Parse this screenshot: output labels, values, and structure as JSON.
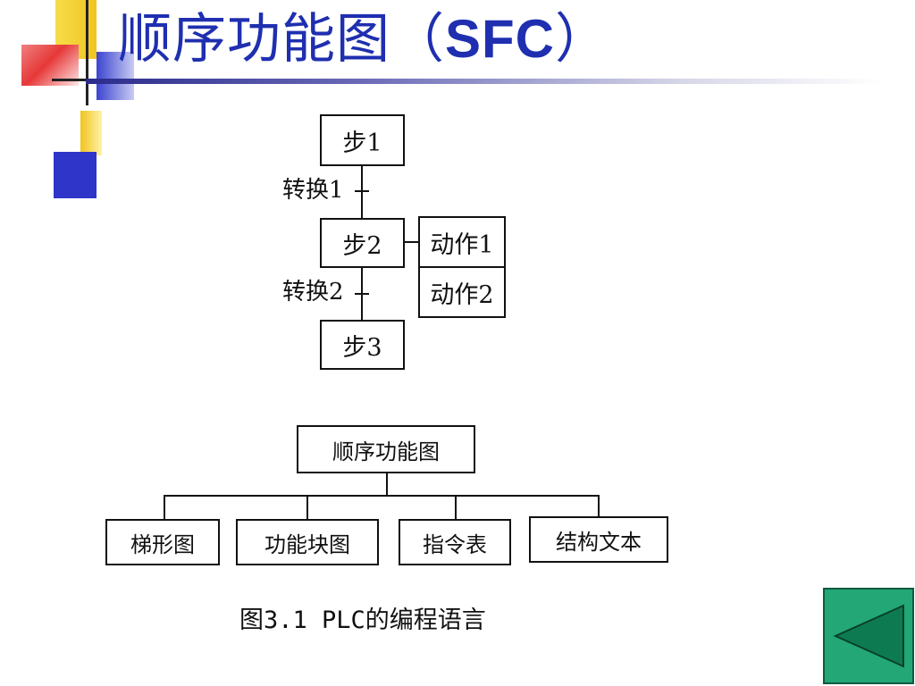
{
  "slide": {
    "title_main": "顺序功能图（",
    "title_sfc": "SFC",
    "title_end": "）"
  },
  "sfc": {
    "steps": [
      "步1",
      "步2",
      "步3"
    ],
    "transitions": [
      "转换1",
      "转换2"
    ],
    "actions": [
      "动作1",
      "动作2"
    ]
  },
  "languages": {
    "root": "顺序功能图",
    "children": [
      "梯形图",
      "功能块图",
      "指令表",
      "结构文本"
    ]
  },
  "caption": "图3.1   PLC的编程语言",
  "nav": {
    "icon": "triangle-left-icon",
    "color": "#23a777"
  },
  "colors": {
    "title": "#1f2fb0",
    "deco_yellow": "#f4d030",
    "deco_blue": "#2e35c8",
    "deco_red": "#e63838"
  }
}
